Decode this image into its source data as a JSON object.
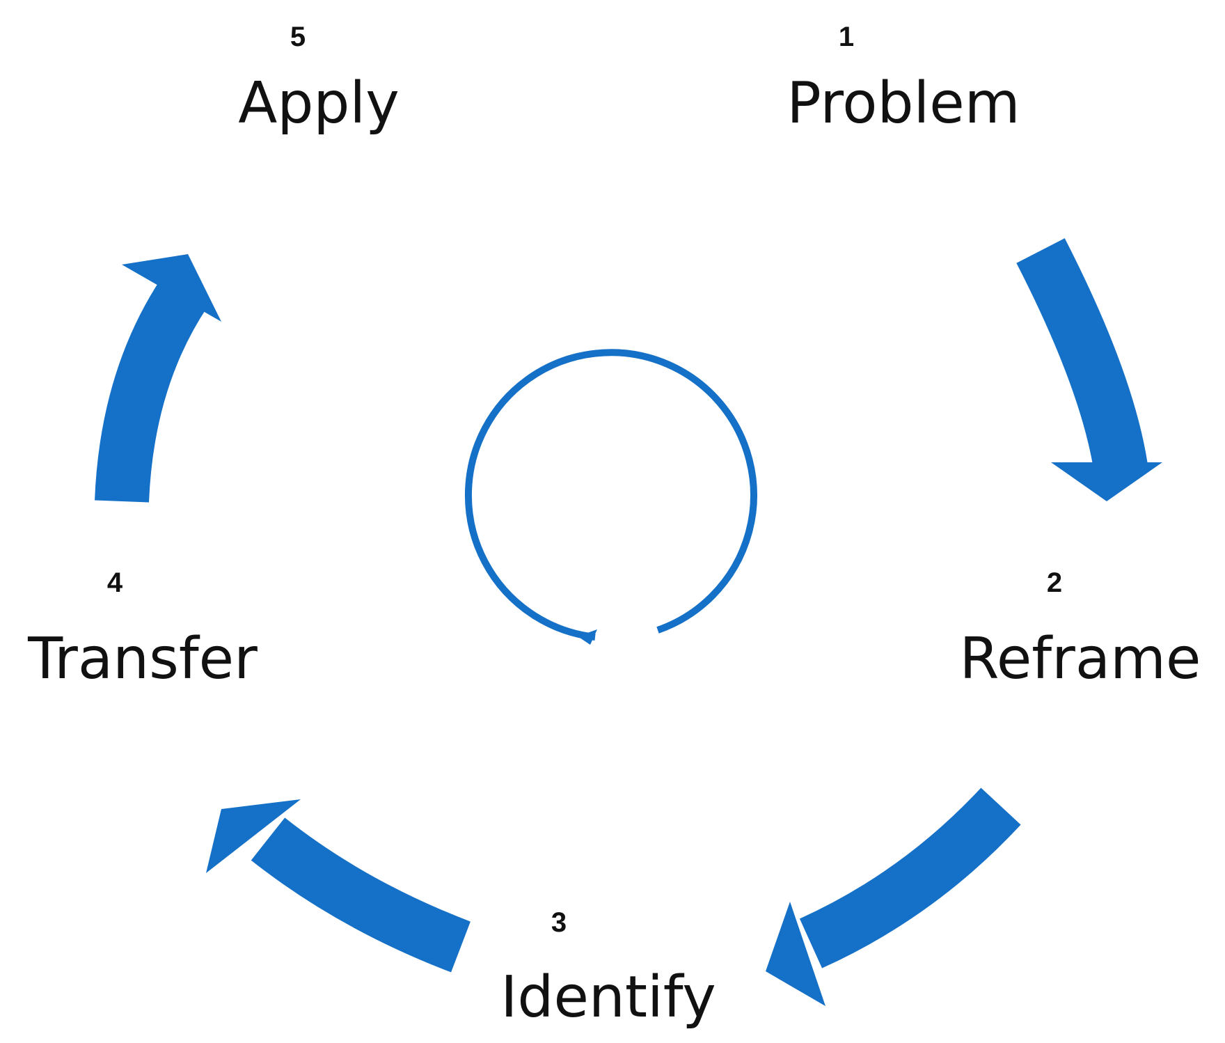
{
  "colors": {
    "arrow": "#1570c8",
    "text": "#111111",
    "background": "#ffffff"
  },
  "steps": [
    {
      "number": "1",
      "label": "Problem"
    },
    {
      "number": "2",
      "label": "Reframe"
    },
    {
      "number": "3",
      "label": "Identify"
    },
    {
      "number": "4",
      "label": "Transfer"
    },
    {
      "number": "5",
      "label": "Apply"
    }
  ],
  "center_icon": "cycle-loop-icon"
}
